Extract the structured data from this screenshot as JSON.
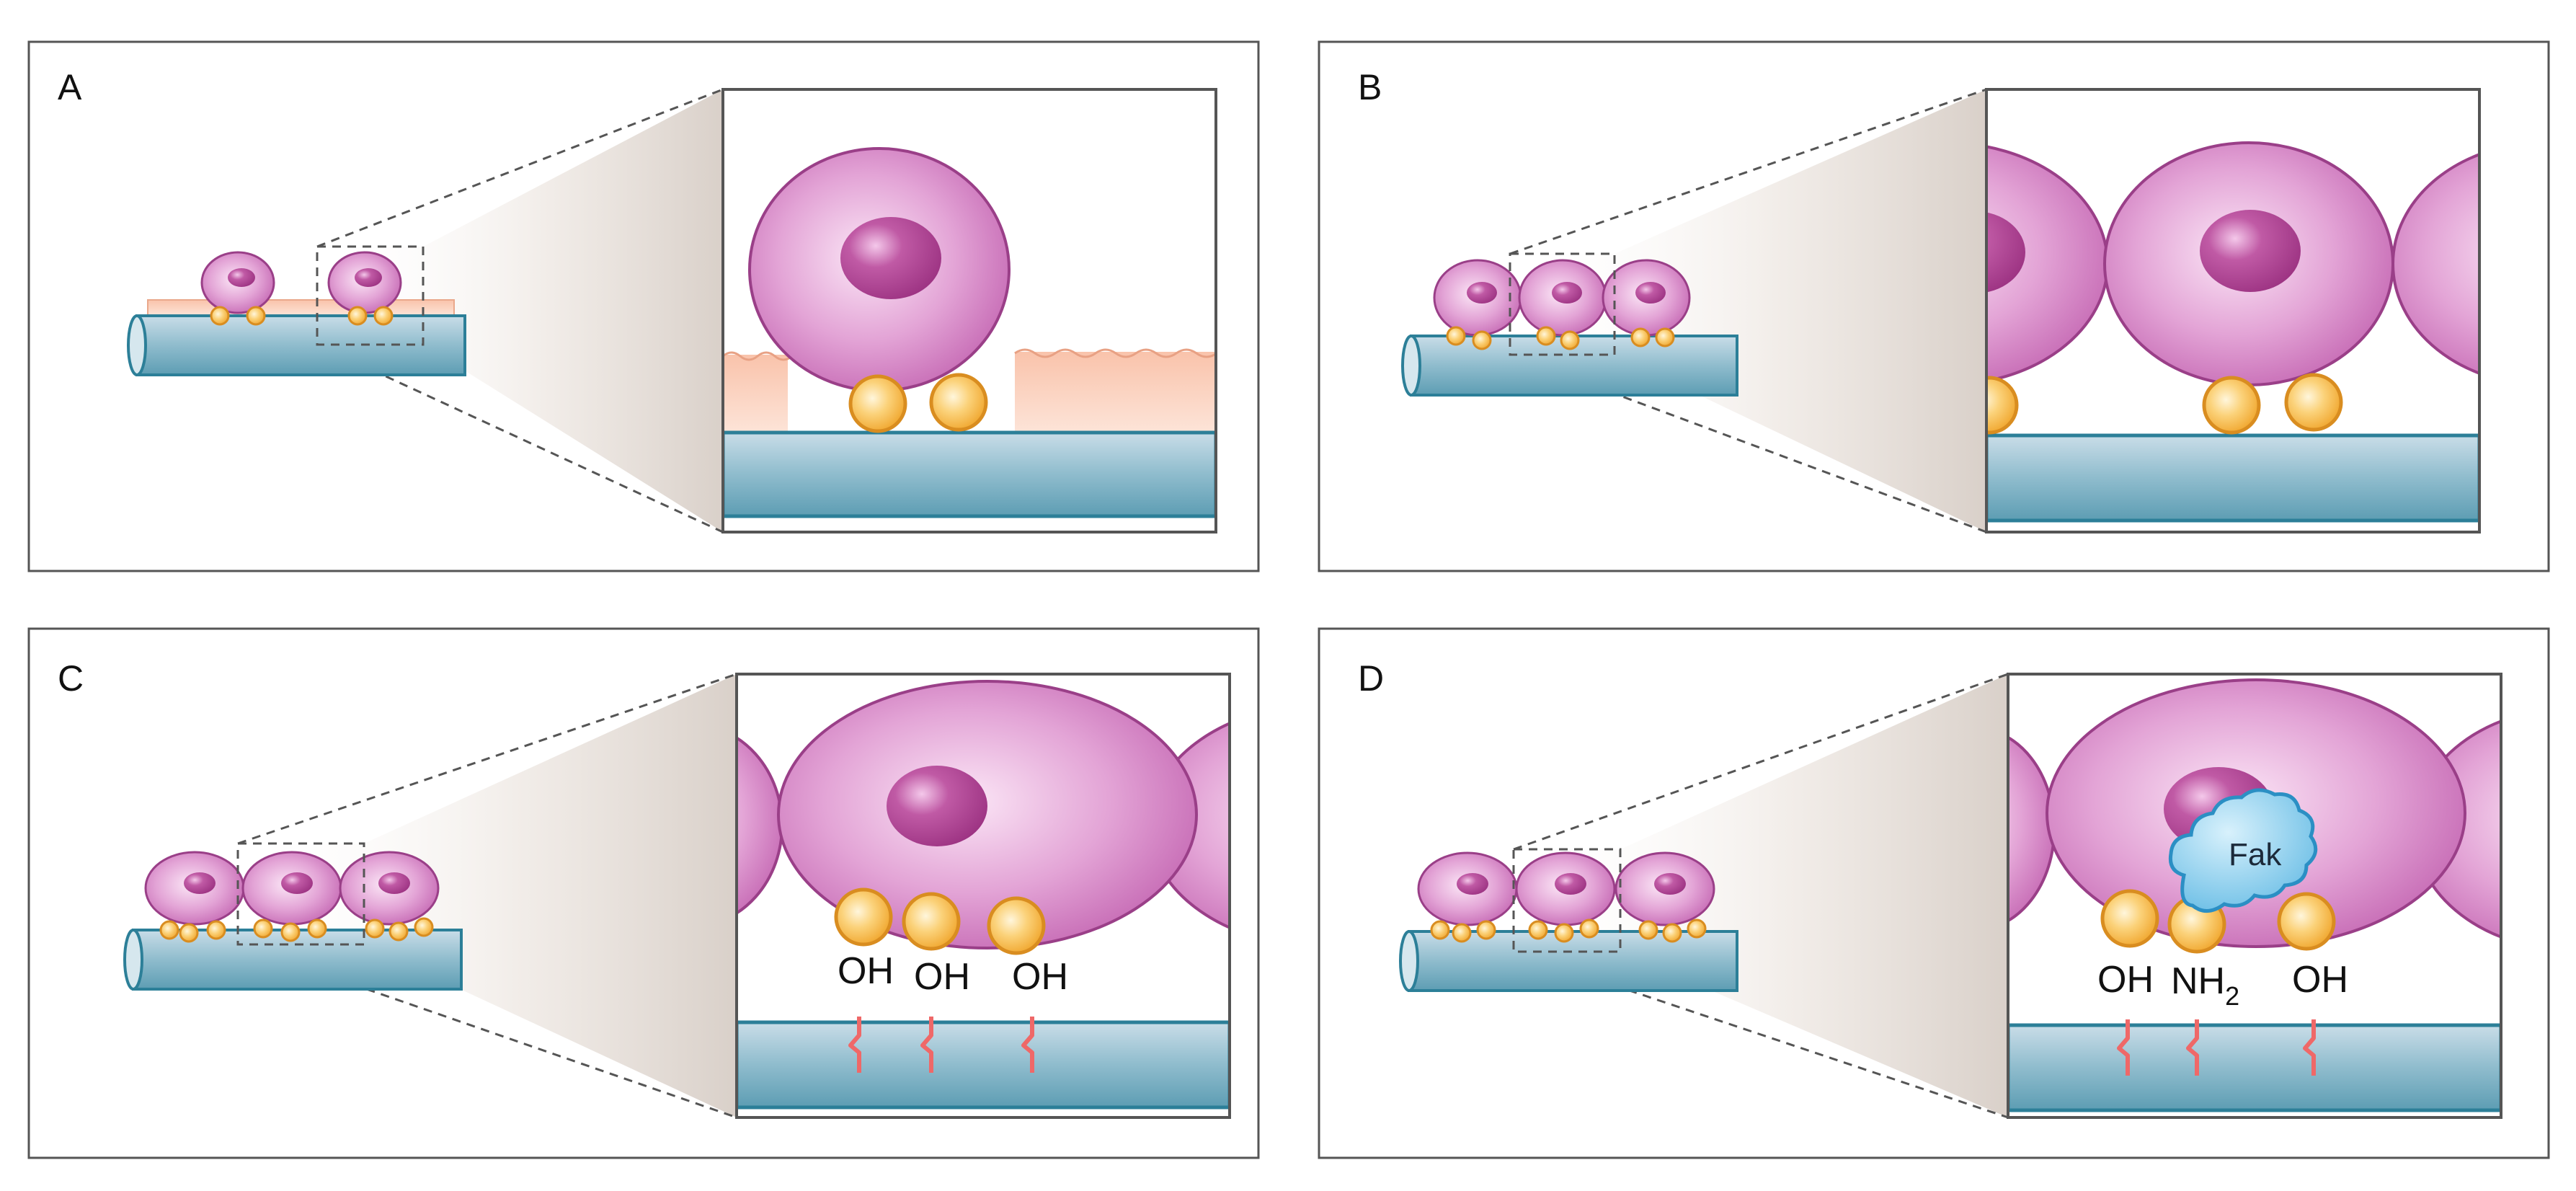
{
  "panels": [
    {
      "letter": "A"
    },
    {
      "letter": "B"
    },
    {
      "letter": "C",
      "groups": [
        "OH",
        "OH",
        "OH"
      ]
    },
    {
      "letter": "D",
      "groups": [
        "OH",
        "NH",
        "OH"
      ],
      "group_subscript": "2",
      "protein": "Fak"
    }
  ],
  "colors": {
    "cell_body": "#c970b8",
    "cell_outline": "#9a3f88",
    "nucleus": "#a83b8c",
    "bead_fill": "#f7b845",
    "bead_outline": "#d98d20",
    "rod": "#6faac0",
    "rod_outline": "#2c7f98",
    "coating": "#f8bda4",
    "fak": "#7cc8ea",
    "tether": "#ef6868",
    "frame": "#555555"
  }
}
